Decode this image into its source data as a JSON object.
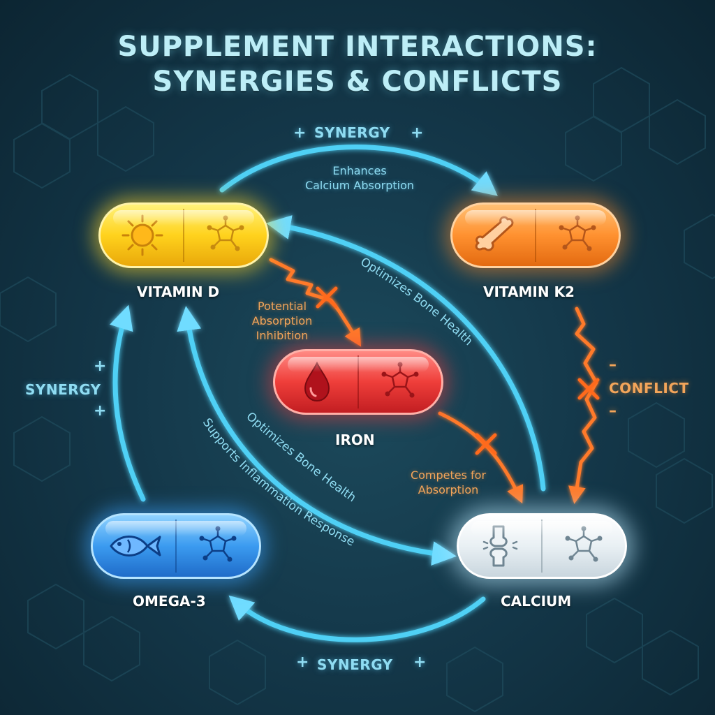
{
  "title": {
    "line1": "SUPPLEMENT INTERACTIONS:",
    "line2": "SYNERGIES & CONFLICTS"
  },
  "supplements": {
    "vitamin_d": {
      "name": "VITAMIN D",
      "icon": "sun-icon",
      "color": "#ffd21d"
    },
    "vitamin_k2": {
      "name": "VITAMIN K2",
      "icon": "bone-icon",
      "color": "#ff9130"
    },
    "iron": {
      "name": "IRON",
      "icon": "blood-drop-icon",
      "color": "#ef3e3a"
    },
    "omega3": {
      "name": "OMEGA-3",
      "icon": "fish-icon",
      "color": "#3b9bf0"
    },
    "calcium": {
      "name": "CALCIUM",
      "icon": "joint-icon",
      "color": "#e9f0f4"
    }
  },
  "relationships": {
    "top_synergy": {
      "type": "SYNERGY",
      "line1": "Enhances",
      "line2": "Calcium Absorption"
    },
    "left_synergy": {
      "type": "SYNERGY"
    },
    "bottom_synergy": {
      "type": "SYNERGY"
    },
    "right_conflict": {
      "type": "CONFLICT"
    },
    "vitd_iron": {
      "line1": "Potential",
      "line2": "Absorption",
      "line3": "Inhibition"
    },
    "iron_calcium": {
      "line1": "Competes for",
      "line2": "Absorption"
    },
    "k2_vitd": {
      "label": "Optimizes Bone Health"
    },
    "vitd_calcium": {
      "label": "Optimizes Bone Health"
    },
    "omega_calcium": {
      "label": "Supports Inflammation Response"
    }
  },
  "symbols": {
    "plus": "+",
    "minus": "–"
  },
  "colors": {
    "synergy": "#4fd0f5",
    "conflict": "#ff7a2a",
    "background": "#14384a",
    "title": "#bdeef7"
  }
}
